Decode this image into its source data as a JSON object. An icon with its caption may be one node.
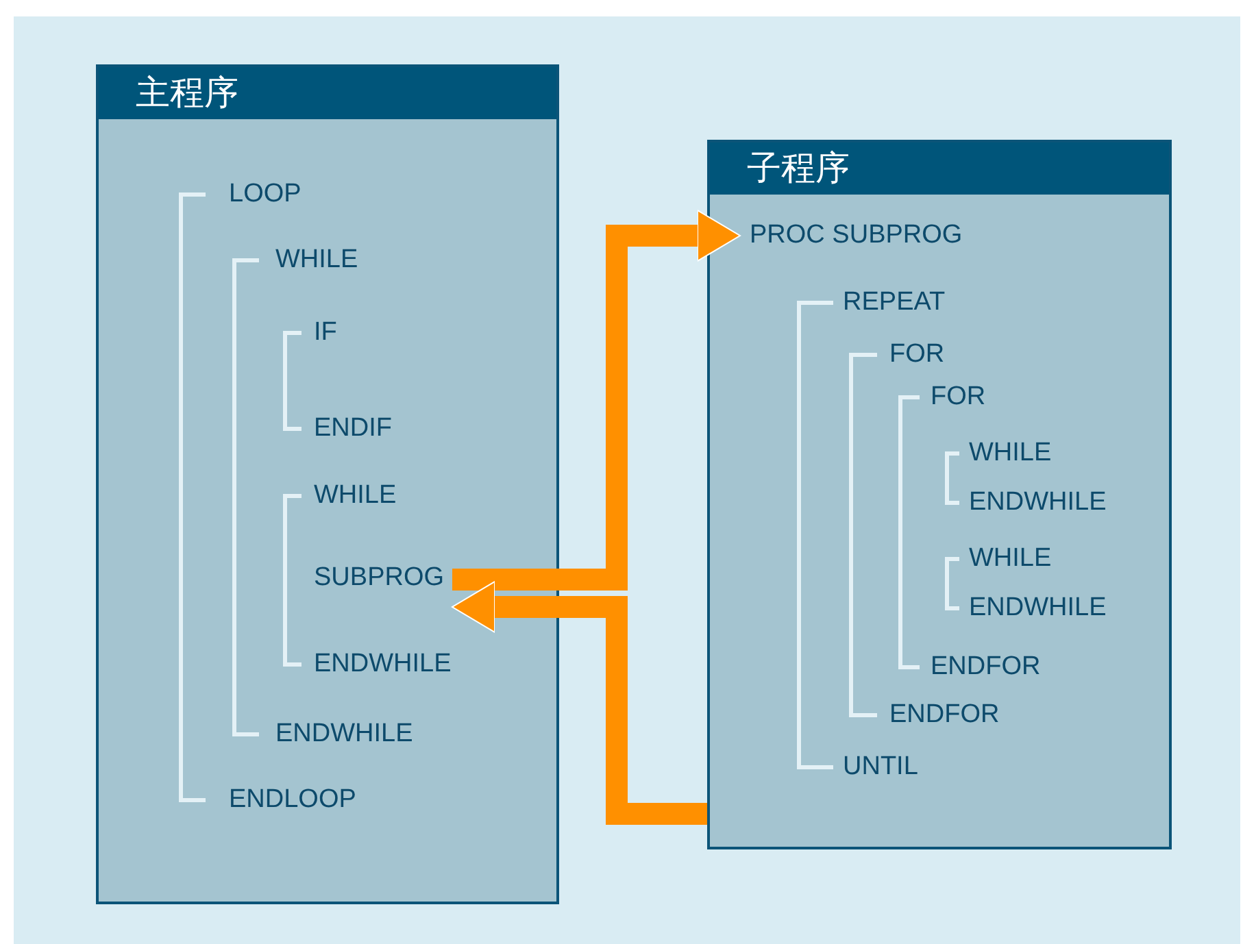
{
  "diagram": {
    "nodes": [
      {
        "text": [
          "主程序"
        ]
      },
      {
        "text": [
          "LOOP"
        ],
        "in": 0
      },
      {
        "text": [
          "WHILE"
        ],
        "in": 0
      },
      {
        "text": [
          "IF"
        ],
        "in": 0
      },
      {
        "text": [
          "ENDIF"
        ],
        "in": 0
      },
      {
        "text": [
          "WHILE"
        ],
        "in": 0
      },
      {
        "text": [
          "SUBPROG"
        ],
        "in": 0
      },
      {
        "text": [
          "ENDWHILE"
        ],
        "in": 0
      },
      {
        "text": [
          "ENDWHILE"
        ],
        "in": 0
      },
      {
        "text": [
          "ENDLOOP"
        ],
        "in": 0
      },
      {
        "text": [
          "子程序"
        ]
      },
      {
        "text": [
          "PROC SUBPROG"
        ],
        "in": 10
      },
      {
        "text": [
          "REPEAT"
        ],
        "in": 10
      },
      {
        "text": [
          "FOR"
        ],
        "in": 10
      },
      {
        "text": [
          "FOR"
        ],
        "in": 10
      },
      {
        "text": [
          "WHILE"
        ],
        "in": 10
      },
      {
        "text": [
          "ENDWHILE"
        ],
        "in": 10
      },
      {
        "text": [
          "WHILE"
        ],
        "in": 10
      },
      {
        "text": [
          "ENDWHILE"
        ],
        "in": 10
      },
      {
        "text": [
          "ENDFOR"
        ],
        "in": 10
      },
      {
        "text": [
          "ENDFOR"
        ],
        "in": 10
      },
      {
        "text": [
          "UNTIL"
        ],
        "in": 10
      }
    ],
    "edges": [
      {
        "from": 6,
        "to": 11,
        "arrow": "to"
      },
      {
        "from": 10,
        "to": 6,
        "arrow": "to"
      }
    ]
  }
}
